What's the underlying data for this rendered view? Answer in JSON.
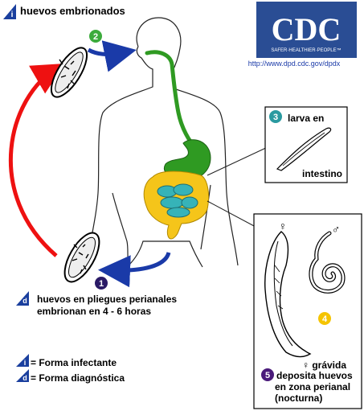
{
  "title": {
    "badge": "i",
    "text": "huevos embrionados"
  },
  "logo": {
    "text": "CDC",
    "tagline": "SAFER·HEALTHIER·PEOPLE™",
    "url": "http://www.dpd.cdc.gov/dpdx"
  },
  "steps": [
    {
      "number": "1",
      "color": "#2a1a66"
    },
    {
      "number": "2",
      "color": "#3cab3c"
    },
    {
      "number": "3",
      "color": "#2a9aa0"
    },
    {
      "number": "4",
      "color": "#f5c400"
    },
    {
      "number": "5",
      "color": "#4a1a7a"
    }
  ],
  "larva_box": {
    "line1": "larva en",
    "line2": "intestino"
  },
  "perianal": {
    "badge": "d",
    "line1": "huevos en pliegues perianales",
    "line2": "embrionan en 4 - 6 horas"
  },
  "worms": {
    "female_symbol": "♀",
    "male_symbol": "♂",
    "caption1": "♀ grávida",
    "caption2": "deposita huevos",
    "caption3": "en zona perianal",
    "caption4": "(nocturna)"
  },
  "legend": [
    {
      "badge": "i",
      "text": "= Forma infectante"
    },
    {
      "badge": "d",
      "text": "= Forma diagnóstica"
    }
  ],
  "colors": {
    "badge": "#1a3f9e",
    "arrow_red": "#ee1111",
    "arrow_blue": "#1a3aa8",
    "gut_green": "#2f9a22",
    "colon_yellow": "#f5c51a",
    "intestine_teal": "#36b3b8",
    "logo_blue": "#2a4d94"
  }
}
